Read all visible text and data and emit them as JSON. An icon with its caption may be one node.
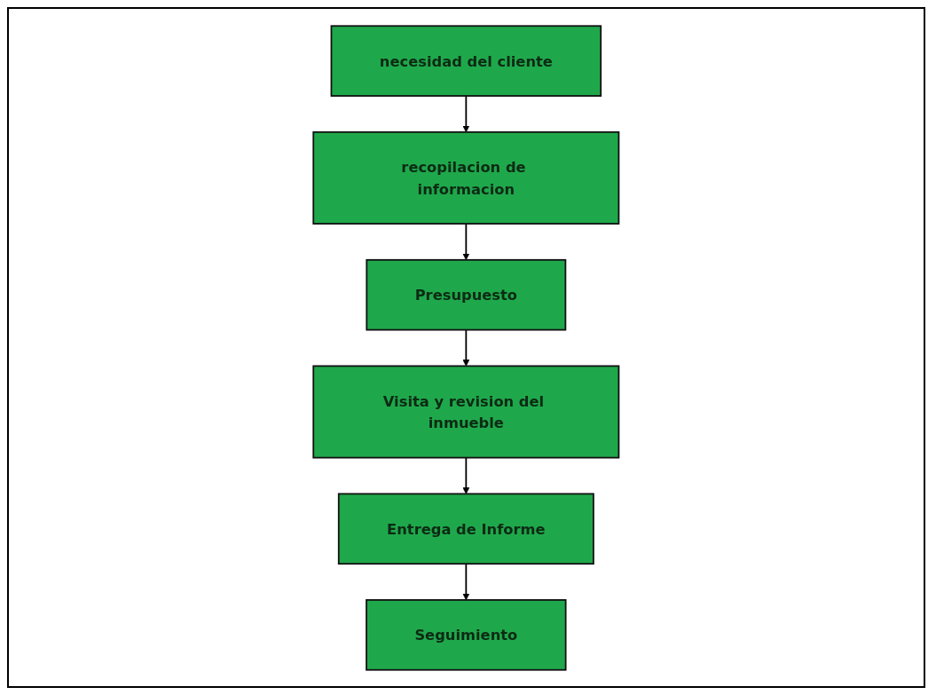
{
  "diagram": {
    "nodes": [
      {
        "text": [
          "necesidad del cliente"
        ]
      },
      {
        "text": [
          "recopilacion de informacion"
        ]
      },
      {
        "text": [
          "Presupuesto"
        ]
      },
      {
        "text": [
          "Visita y revision del inmueble"
        ]
      },
      {
        "text": [
          "Entrega de Informe"
        ]
      },
      {
        "text": [
          "Seguimiento"
        ]
      }
    ],
    "edges": [
      {
        "from": 0,
        "to": 1,
        "arrow": "to"
      },
      {
        "from": 1,
        "to": 2,
        "arrow": "to"
      },
      {
        "from": 2,
        "to": 3,
        "arrow": "to"
      },
      {
        "from": 3,
        "to": 4,
        "arrow": "to"
      },
      {
        "from": 4,
        "to": 5,
        "arrow": "to"
      }
    ]
  }
}
